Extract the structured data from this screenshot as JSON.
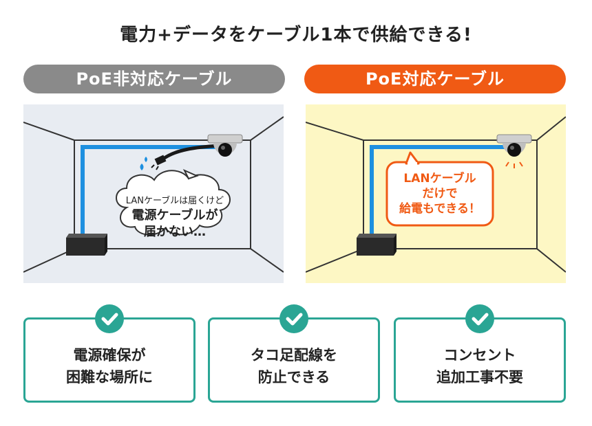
{
  "title": "電力+データをケーブル1本で供給できる!",
  "left_panel": {
    "label": "PoE非対応ケーブル",
    "bubble": {
      "line1": "LANケーブルは届くけど",
      "line2": "電源ケーブルが",
      "line3": "届かない…"
    }
  },
  "right_panel": {
    "label": "PoE対応ケーブル",
    "callout": {
      "line1": "LANケーブル",
      "line2": "だけで",
      "line3": "給電もできる！"
    }
  },
  "benefits": [
    {
      "line1": "電源確保が",
      "line2": "困難な場所に"
    },
    {
      "line1": "タコ足配線を",
      "line2": "防止できる"
    },
    {
      "line1": "コンセント",
      "line2": "追加工事不要"
    }
  ],
  "colors": {
    "gray": "#8a8a8a",
    "orange": "#f05a14",
    "teal": "#2aa594",
    "cable_blue": "#1e90e0",
    "left_bg": "#e8ecf2",
    "right_bg": "#fdf7c4"
  }
}
